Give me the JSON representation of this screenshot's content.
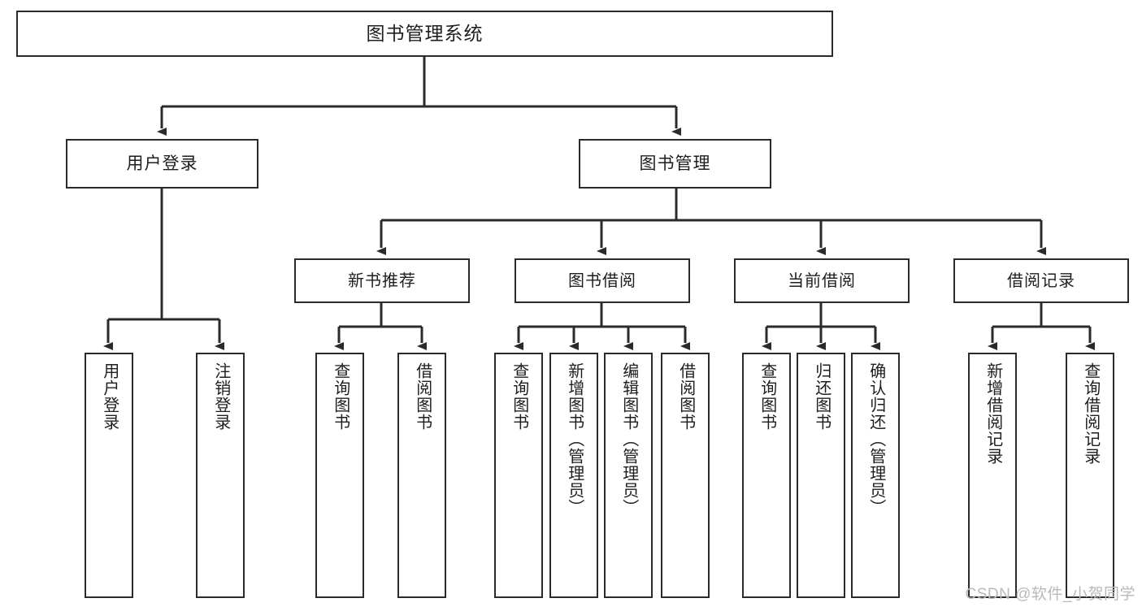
{
  "diagram": {
    "title": "图书管理系统",
    "type": "hierarchy-tree",
    "colors": {
      "box_border": "#2b2b2b",
      "box_fill": "#ffffff",
      "line": "#2b2b2b",
      "text": "#1e1e1e",
      "watermark": "#b9b9b9"
    },
    "nodes": {
      "root": {
        "label": "图书管理系统"
      },
      "level2": [
        {
          "id": "user-login",
          "label": "用户登录"
        },
        {
          "id": "book-management",
          "label": "图书管理"
        }
      ],
      "level3": [
        {
          "id": "new-book-recommend",
          "label": "新书推荐"
        },
        {
          "id": "book-borrow",
          "label": "图书借阅"
        },
        {
          "id": "current-borrow",
          "label": "当前借阅"
        },
        {
          "id": "borrow-record",
          "label": "借阅记录"
        }
      ],
      "leaves": {
        "user-login": [
          {
            "id": "leaf-user-login",
            "label": "用户登录"
          },
          {
            "id": "leaf-logout-login",
            "label": "注销登录"
          }
        ],
        "new-book-recommend": [
          {
            "id": "leaf-query-book-1",
            "label": "查询图书"
          },
          {
            "id": "leaf-borrow-book-1",
            "label": "借阅图书"
          }
        ],
        "book-borrow": [
          {
            "id": "leaf-query-book-2",
            "label": "查询图书"
          },
          {
            "id": "leaf-add-book-admin",
            "label": "新增图书（管理员）"
          },
          {
            "id": "leaf-edit-book-admin",
            "label": "编辑图书（管理员）"
          },
          {
            "id": "leaf-borrow-book-2",
            "label": "借阅图书"
          }
        ],
        "current-borrow": [
          {
            "id": "leaf-query-book-3",
            "label": "查询图书"
          },
          {
            "id": "leaf-return-book",
            "label": "归还图书"
          },
          {
            "id": "leaf-confirm-return-admin",
            "label": "确认归还（管理员）"
          }
        ],
        "borrow-record": [
          {
            "id": "leaf-add-borrow-record",
            "label": "新增借阅记录"
          },
          {
            "id": "leaf-query-borrow-record",
            "label": "查询借阅记录"
          }
        ]
      }
    },
    "watermark": "CSDN @软件_小贺同学"
  }
}
